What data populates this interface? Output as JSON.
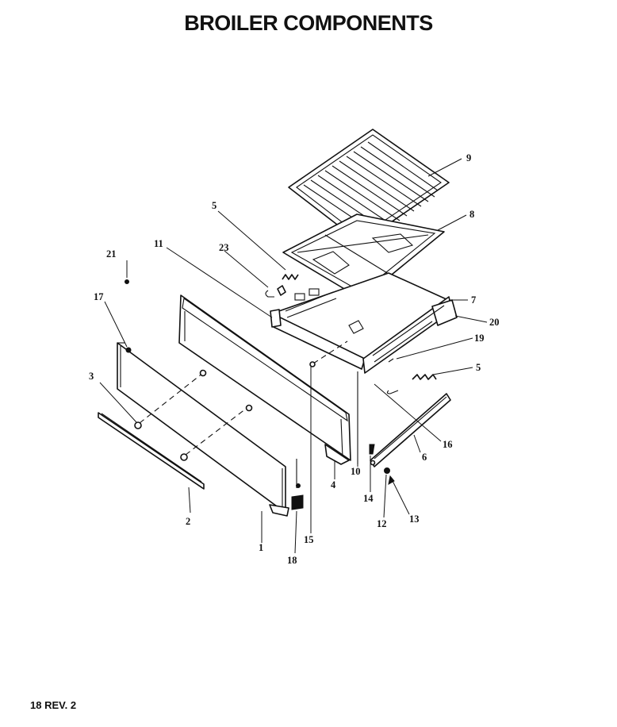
{
  "title": "BROILER COMPONENTS",
  "footer": "18 REV. 2",
  "callouts": {
    "c1": "1",
    "c2": "2",
    "c3": "3",
    "c4": "4",
    "c5a": "5",
    "c5b": "5",
    "c6": "6",
    "c7": "7",
    "c8": "8",
    "c9": "9",
    "c10": "10",
    "c11": "11",
    "c12": "12",
    "c13": "13",
    "c14": "14",
    "c15": "15",
    "c16": "16",
    "c17": "17",
    "c18": "18",
    "c19": "19",
    "c20": "20",
    "c21": "21",
    "c23": "23"
  }
}
